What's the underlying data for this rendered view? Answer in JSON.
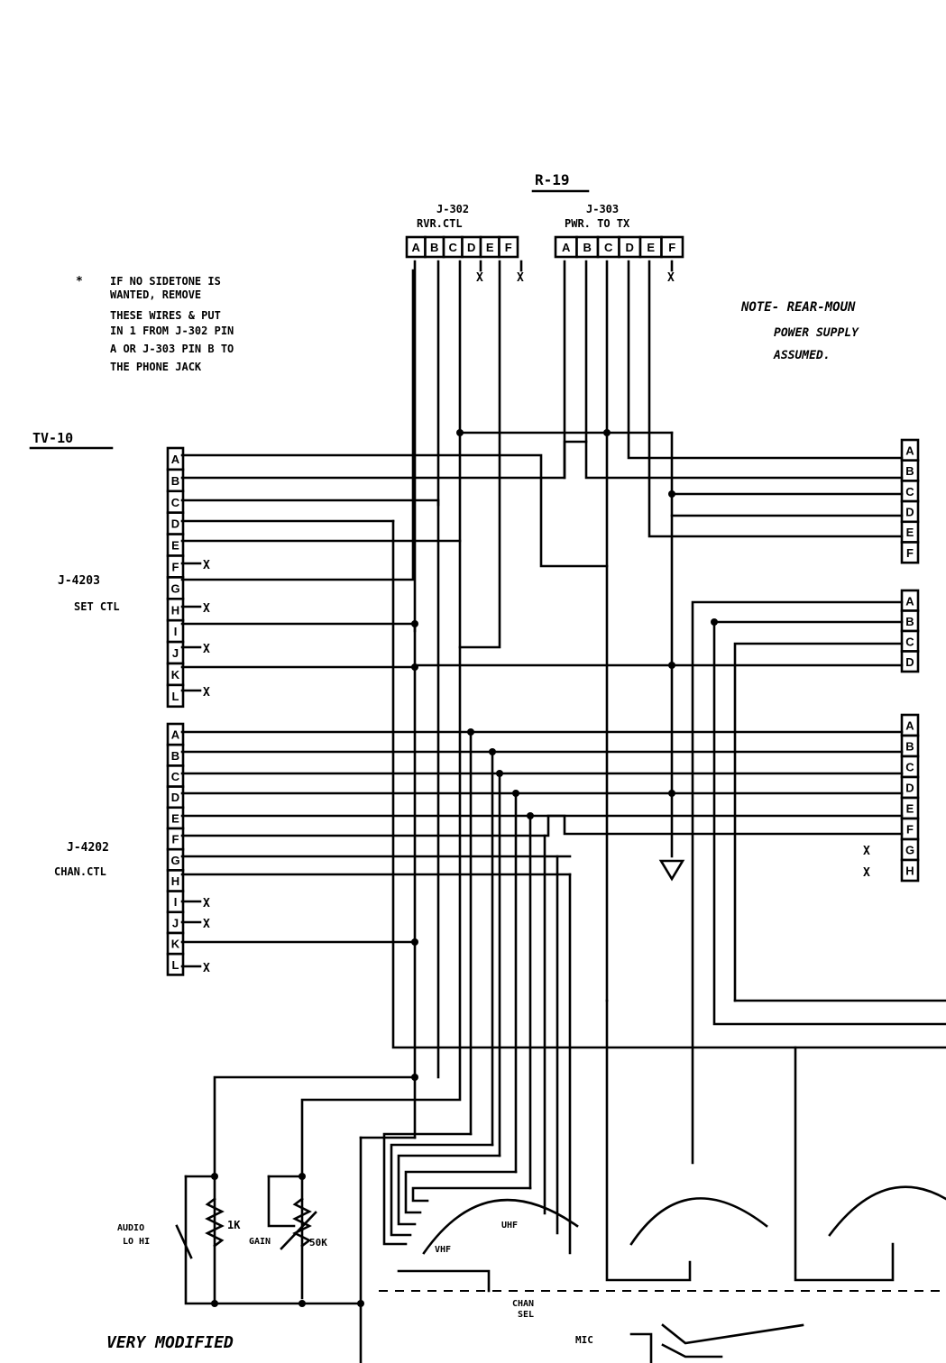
{
  "title": "R-19",
  "note_star": {
    "bullet": "*",
    "lines": [
      "IF NO SIDETONE IS",
      "WANTED, REMOVE",
      "THESE WIRES & PUT",
      "IN 1 FROM J-302 PIN",
      "A OR J-303 PIN B TO",
      "THE PHONE JACK"
    ]
  },
  "note_power": {
    "lines": [
      "NOTE- REAR-MOUN",
      "POWER SUPPLY",
      "ASSUMED."
    ]
  },
  "tv_label": "TV-10",
  "j302": {
    "lines": [
      "J-302",
      "RVR.CTL"
    ],
    "pins": [
      "A",
      "B",
      "C",
      "D",
      "E",
      "F"
    ]
  },
  "j303": {
    "lines": [
      "J-303",
      "PWR. TO TX"
    ],
    "pins": [
      "A",
      "B",
      "C",
      "D",
      "E",
      "F"
    ]
  },
  "j4203": {
    "lines": [
      "J-4203",
      "SET CTL"
    ],
    "pins": [
      "A",
      "B",
      "C",
      "D",
      "E",
      "F",
      "G",
      "H",
      "I",
      "J",
      "K",
      "L"
    ]
  },
  "j4202": {
    "lines": [
      "J-4202",
      "CHAN.CTL"
    ],
    "pins": [
      "A",
      "B",
      "C",
      "D",
      "E",
      "F",
      "G",
      "H",
      "I",
      "J",
      "K",
      "L"
    ]
  },
  "right_conn1": {
    "pins": [
      "A",
      "B",
      "C",
      "D",
      "E",
      "F"
    ]
  },
  "right_conn2": {
    "pins": [
      "A",
      "B",
      "C",
      "D"
    ]
  },
  "right_conn3": {
    "pins": [
      "A",
      "B",
      "C",
      "D",
      "E",
      "F",
      "G",
      "H"
    ]
  },
  "x_mark": "X",
  "component_labels": {
    "audio": "AUDIO",
    "lo_hi": "LO  HI",
    "r1": "1K",
    "r2": "50K",
    "gain": "GAIN",
    "vhf": "VHF",
    "uhf": "UHF",
    "chan_sel": [
      "CHAN",
      "SEL"
    ],
    "mic": "MIC"
  },
  "footer": [
    "VERY MODIFIED"
  ]
}
